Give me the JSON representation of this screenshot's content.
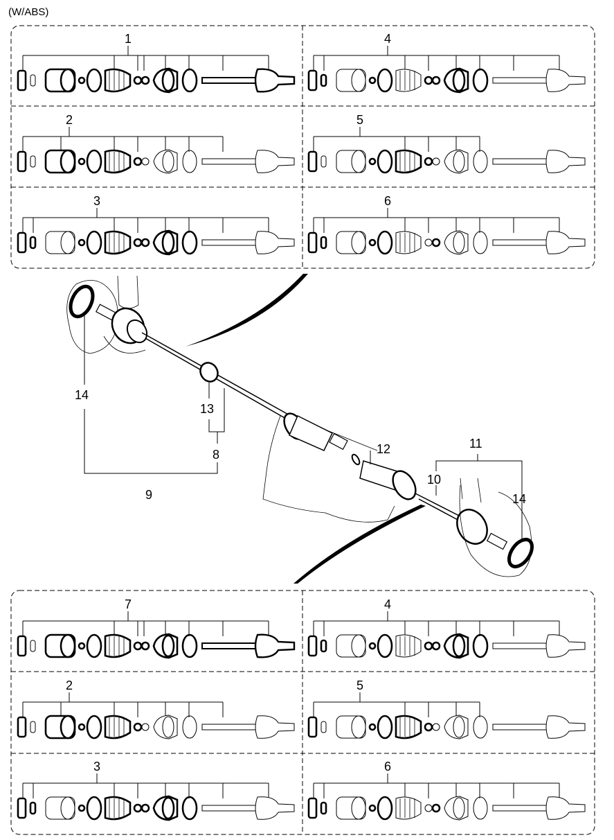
{
  "header": {
    "variant_label": "(W/ABS)"
  },
  "top_grid": {
    "rows": [
      {
        "left": {
          "callout": "1",
          "kit": "full"
        },
        "right": {
          "callout": "4",
          "kit": "outer"
        }
      },
      {
        "left": {
          "callout": "2",
          "kit": "inner-housing"
        },
        "right": {
          "callout": "5",
          "kit": "inner-boot"
        }
      },
      {
        "left": {
          "callout": "3",
          "kit": "outer-boot"
        },
        "right": {
          "callout": "6",
          "kit": "outer-boot-rh"
        }
      }
    ]
  },
  "main_assembly": {
    "callouts": [
      {
        "id": "14",
        "text": "14"
      },
      {
        "id": "13",
        "text": "13"
      },
      {
        "id": "8",
        "text": "8"
      },
      {
        "id": "9",
        "text": "9"
      },
      {
        "id": "12",
        "text": "12"
      },
      {
        "id": "11",
        "text": "11"
      },
      {
        "id": "10",
        "text": "10"
      },
      {
        "id": "14b",
        "text": "14"
      }
    ]
  },
  "bottom_grid": {
    "rows": [
      {
        "left": {
          "callout": "7",
          "kit": "full"
        },
        "right": {
          "callout": "4",
          "kit": "outer"
        }
      },
      {
        "left": {
          "callout": "2",
          "kit": "inner-housing"
        },
        "right": {
          "callout": "5",
          "kit": "inner-boot"
        }
      },
      {
        "left": {
          "callout": "3",
          "kit": "outer-boot"
        },
        "right": {
          "callout": "6",
          "kit": "outer-boot-rh"
        }
      }
    ]
  }
}
